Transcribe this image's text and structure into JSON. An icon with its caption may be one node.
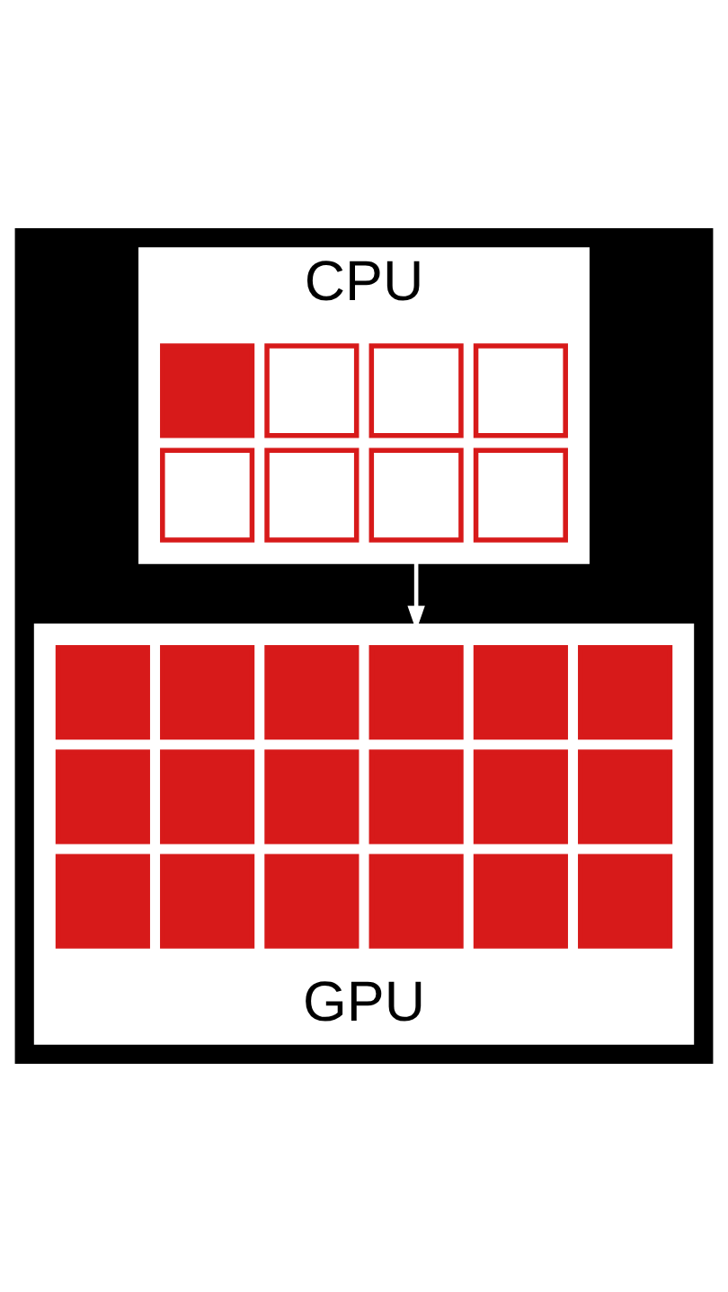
{
  "diagram": {
    "nodes": [
      {
        "text": [
          "CPU"
        ]
      },
      {
        "text": [],
        "shape": "box",
        "in": 0
      },
      {
        "text": [],
        "shape": "box",
        "in": 0
      },
      {
        "text": [],
        "shape": "box",
        "in": 0
      },
      {
        "text": [],
        "shape": "box",
        "in": 0
      },
      {
        "text": [],
        "shape": "box",
        "in": 0
      },
      {
        "text": [],
        "shape": "box",
        "in": 0
      },
      {
        "text": [],
        "shape": "box",
        "in": 0
      },
      {
        "text": [],
        "shape": "box",
        "in": 0
      },
      {
        "text": [
          "GPU"
        ]
      },
      {
        "text": [],
        "shape": "box",
        "in": 9
      },
      {
        "text": [],
        "shape": "box",
        "in": 9
      },
      {
        "text": [],
        "shape": "box",
        "in": 9
      },
      {
        "text": [],
        "shape": "box",
        "in": 9
      },
      {
        "text": [],
        "shape": "box",
        "in": 9
      },
      {
        "text": [],
        "shape": "box",
        "in": 9
      },
      {
        "text": [],
        "shape": "box",
        "in": 9
      },
      {
        "text": [],
        "shape": "box",
        "in": 9
      },
      {
        "text": [],
        "shape": "box",
        "in": 9
      },
      {
        "text": [],
        "shape": "box",
        "in": 9
      },
      {
        "text": [],
        "shape": "box",
        "in": 9
      },
      {
        "text": [],
        "shape": "box",
        "in": 9
      },
      {
        "text": [],
        "shape": "box",
        "in": 9
      },
      {
        "text": [],
        "shape": "box",
        "in": 9
      },
      {
        "text": [],
        "shape": "box",
        "in": 9
      },
      {
        "text": [],
        "shape": "box",
        "in": 9
      },
      {
        "text": [],
        "shape": "box",
        "in": 9
      },
      {
        "text": [],
        "shape": "box",
        "in": 9
      }
    ],
    "edges": [
      {
        "from": 0,
        "to": 9,
        "arrow": "to"
      }
    ]
  }
}
